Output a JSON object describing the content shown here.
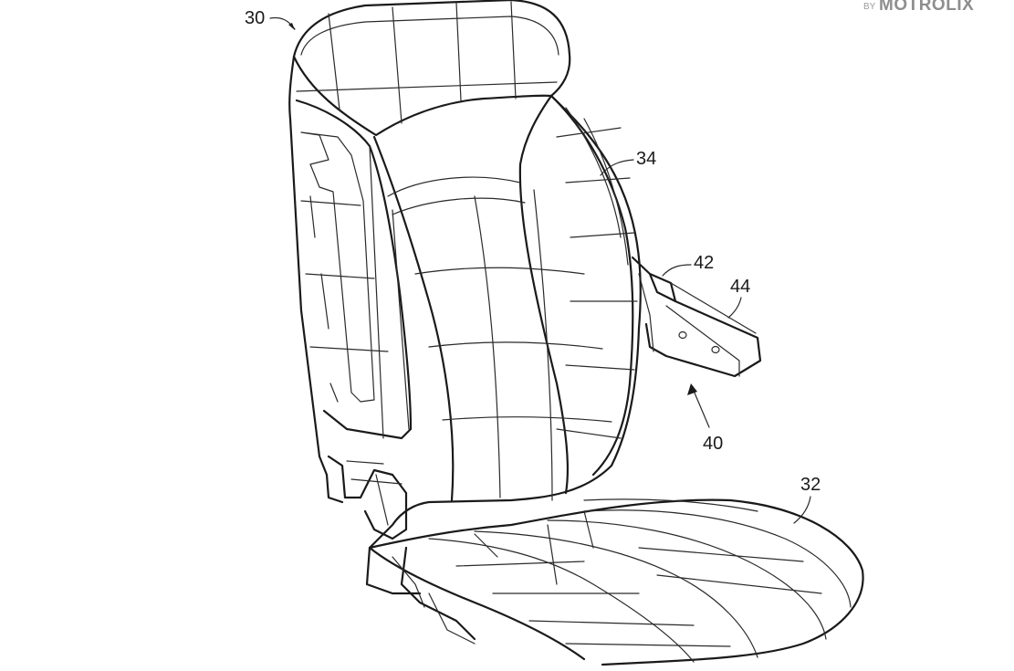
{
  "watermark": {
    "prefix": "BY",
    "name": "MOTROLIX"
  },
  "labels": {
    "seat_assembly": "30",
    "seat_back": "34",
    "seat_cushion": "32",
    "armrest_assembly": "40",
    "armrest_base": "42",
    "armrest_end": "44"
  }
}
